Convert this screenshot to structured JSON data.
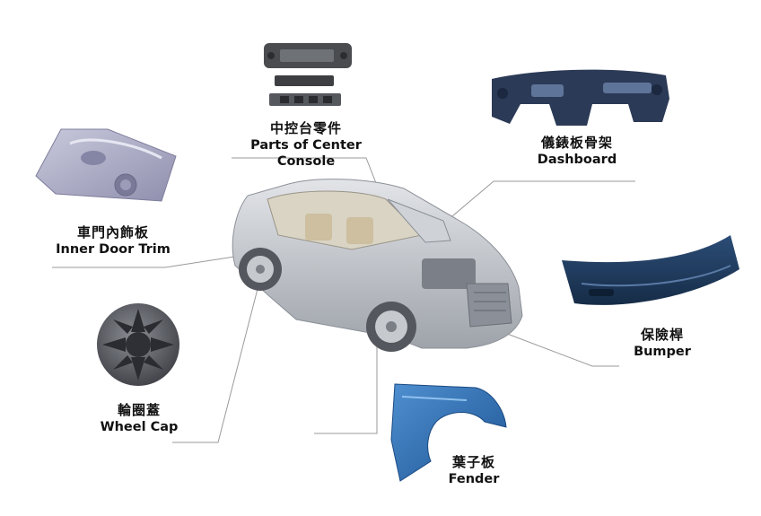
{
  "colors": {
    "leader_line": "#9a9a9a",
    "car_body": "#c7cacf",
    "part_dark_gray": "#4a4c50",
    "dashboard_navy": "#2b3a56",
    "bumper_navy": "#1f3a5c",
    "fender_blue": "#2f6fb3",
    "wheel_cap_gray": "#5e6068",
    "door_trim_lavender": "#a9a9c4"
  },
  "parts": [
    {
      "id": "center-console",
      "zh": "中控台零件",
      "en": "Parts of Center Console",
      "icon": "center-console-icon"
    },
    {
      "id": "dashboard",
      "zh": "儀錶板骨架",
      "en": "Dashboard",
      "icon": "dashboard-icon"
    },
    {
      "id": "door-trim",
      "zh": "車門內飾板",
      "en": "Inner Door Trim",
      "icon": "door-trim-icon"
    },
    {
      "id": "bumper",
      "zh": "保險桿",
      "en": "Bumper",
      "icon": "bumper-icon"
    },
    {
      "id": "wheel-cap",
      "zh": "輪圈蓋",
      "en": "Wheel Cap",
      "icon": "wheel-cap-icon"
    },
    {
      "id": "fender",
      "zh": "葉子板",
      "en": "Fender",
      "icon": "fender-icon"
    }
  ]
}
